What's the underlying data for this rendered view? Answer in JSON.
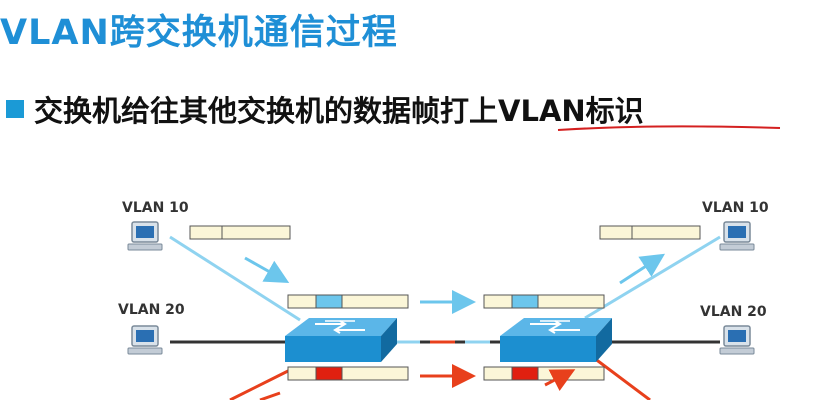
{
  "slide": {
    "title": "VLAN跨交换机通信过程",
    "bullet_main": "交换机给往其他交换机的数据帧",
    "bullet_highlight": "打上VLAN标识"
  },
  "diagram": {
    "labels": {
      "left_top": "VLAN 10",
      "left_mid": "VLAN 20",
      "right_top": "VLAN 10",
      "right_mid": "VLAN 20"
    },
    "colors": {
      "vlan10": "#8fd3f0",
      "vlan20": "#e8401c",
      "frame_fill": "#fbf6d8",
      "frame_tag_vlan10": "#6cc6ec",
      "frame_tag_vlan20": "#e02010",
      "switch": "#1c8fd0",
      "trunk": "#333333",
      "underline": "#d42020"
    },
    "icons": [
      "pc-icon",
      "switch-icon",
      "arrow-icon"
    ]
  }
}
